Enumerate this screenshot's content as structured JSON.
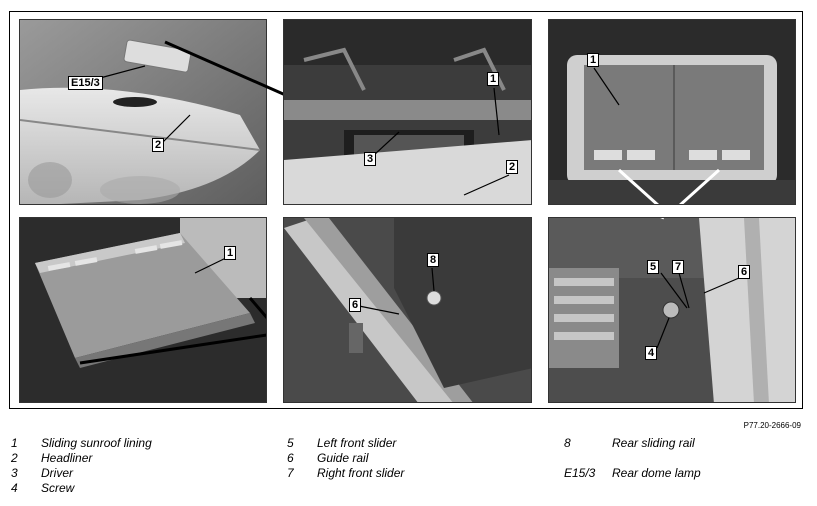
{
  "figure": {
    "reference": "P77.20-2666-09",
    "callouts": {
      "p1": [
        "E15/3",
        "2"
      ],
      "p2": [
        "1",
        "3",
        "2"
      ],
      "p3": [
        "1"
      ],
      "p4": [
        "1"
      ],
      "p5": [
        "8",
        "6"
      ],
      "p6": [
        "5",
        "7",
        "6",
        "4"
      ]
    }
  },
  "legend": [
    {
      "key": "1",
      "text": "Sliding sunroof lining"
    },
    {
      "key": "2",
      "text": "Headliner"
    },
    {
      "key": "3",
      "text": "Driver"
    },
    {
      "key": "4",
      "text": "Screw"
    },
    {
      "key": "5",
      "text": "Left front slider"
    },
    {
      "key": "6",
      "text": "Guide rail"
    },
    {
      "key": "7",
      "text": "Right front slider"
    },
    {
      "key": "8",
      "text": "Rear sliding rail"
    },
    {
      "key": "E15/3",
      "text": "Rear dome lamp"
    }
  ]
}
